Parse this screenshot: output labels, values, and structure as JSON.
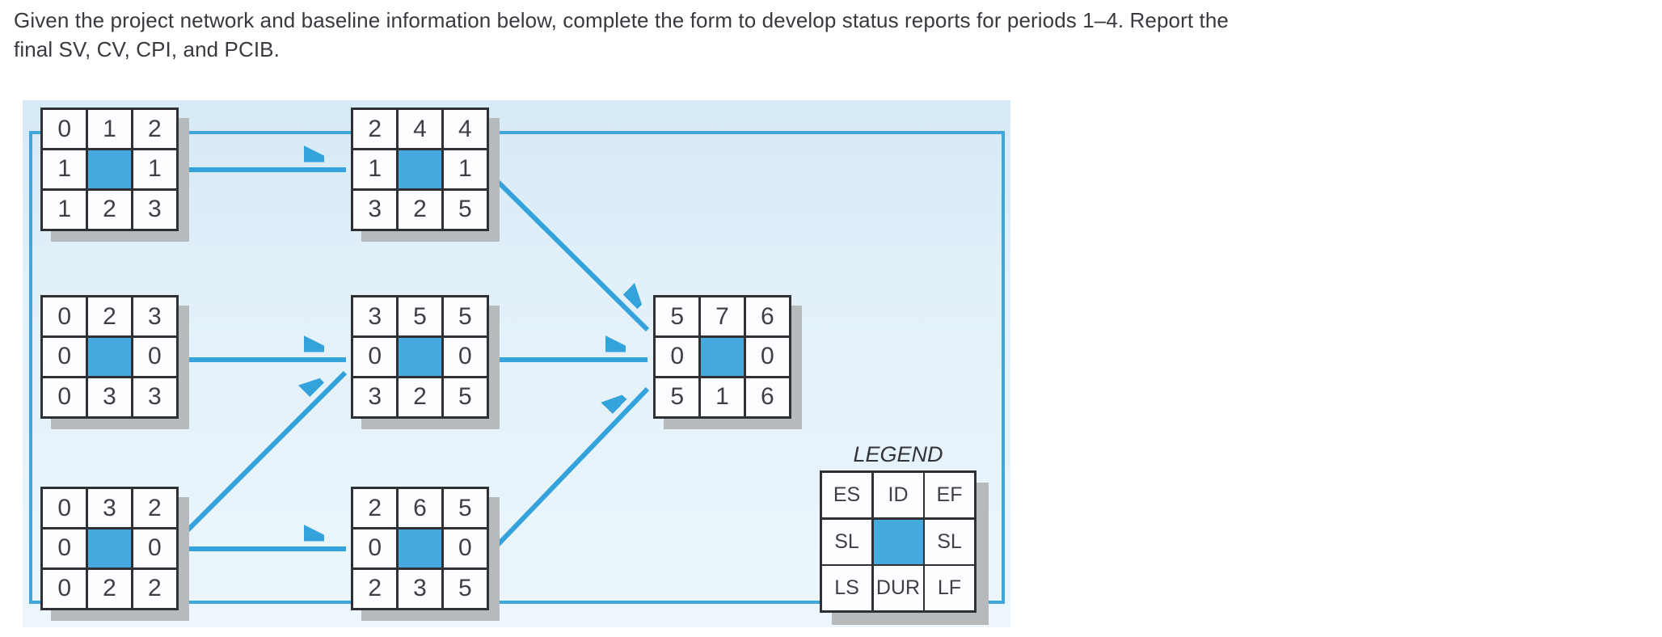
{
  "question": {
    "line1": "Given the project network and baseline information below, complete the form to develop status reports for periods 1–4. Report the",
    "line2": "final SV, CV, CPI, and PCIB."
  },
  "network": {
    "nodes": [
      {
        "activity_id": "1",
        "position": "top-left",
        "cells": [
          "0",
          "1",
          "2",
          "1",
          "",
          "1",
          "1",
          "2",
          "3"
        ]
      },
      {
        "activity_id": "4",
        "position": "top-middle",
        "cells": [
          "2",
          "4",
          "4",
          "1",
          "",
          "1",
          "3",
          "2",
          "5"
        ]
      },
      {
        "activity_id": "2",
        "position": "middle-left",
        "cells": [
          "0",
          "2",
          "3",
          "0",
          "",
          "0",
          "0",
          "3",
          "3"
        ]
      },
      {
        "activity_id": "5",
        "position": "middle-middle",
        "cells": [
          "3",
          "5",
          "5",
          "0",
          "",
          "0",
          "3",
          "2",
          "5"
        ]
      },
      {
        "activity_id": "7",
        "position": "right",
        "cells": [
          "5",
          "7",
          "6",
          "0",
          "",
          "0",
          "5",
          "1",
          "6"
        ]
      },
      {
        "activity_id": "3",
        "position": "bottom-left",
        "cells": [
          "0",
          "3",
          "2",
          "0",
          "",
          "0",
          "0",
          "2",
          "2"
        ]
      },
      {
        "activity_id": "6",
        "position": "bottom-middle",
        "cells": [
          "2",
          "6",
          "5",
          "0",
          "",
          "0",
          "2",
          "3",
          "5"
        ]
      }
    ],
    "edges": [
      {
        "from": "1",
        "to": "4"
      },
      {
        "from": "2",
        "to": "5"
      },
      {
        "from": "3",
        "to": "5"
      },
      {
        "from": "3",
        "to": "6"
      },
      {
        "from": "4",
        "to": "7"
      },
      {
        "from": "5",
        "to": "7"
      },
      {
        "from": "6",
        "to": "7"
      }
    ],
    "legend": {
      "heading": "LEGEND",
      "cells": [
        "ES",
        "ID",
        "EF",
        "SL",
        "",
        "SL",
        "LS",
        "DUR",
        "LF"
      ]
    },
    "colors": {
      "arrow_blue": "#35a3db",
      "frame_blue": "#41a7db",
      "activity_fill_blue": "#45aadd",
      "panel_background": "#ddeef8",
      "shadow_gray": "#b7babd",
      "node_border": "#2f3034",
      "text_dark": "#3e3e47"
    }
  }
}
